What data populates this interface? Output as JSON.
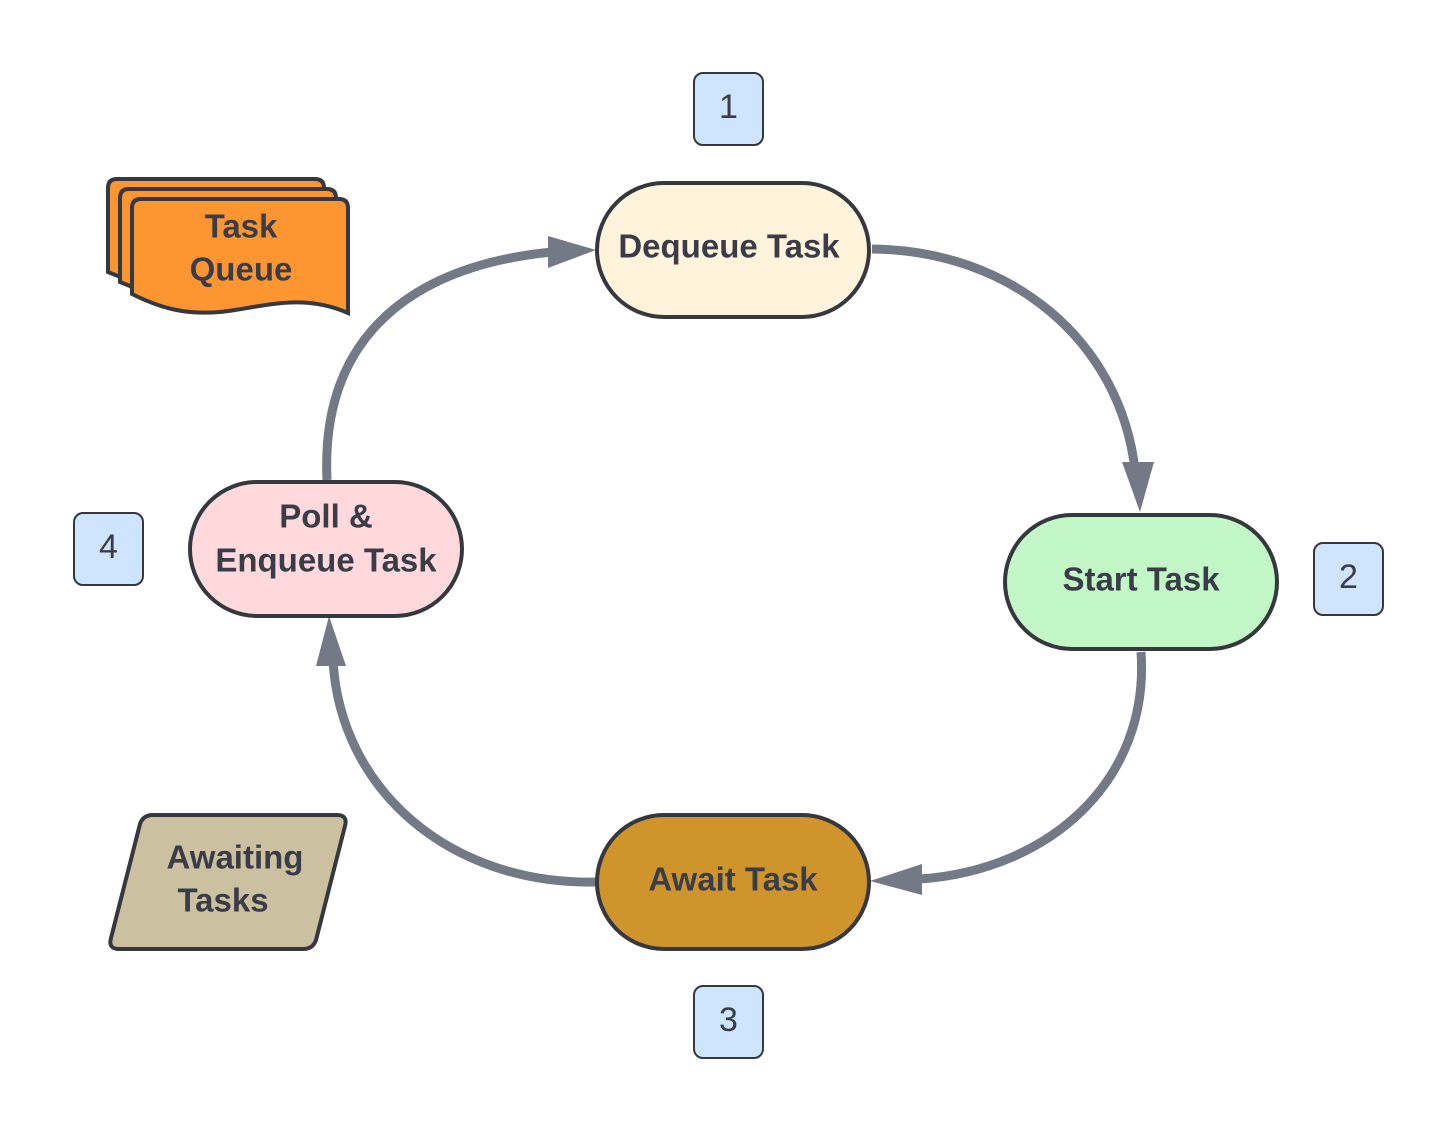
{
  "colors": {
    "outline": "#35383f",
    "arrow": "#737985",
    "dequeue_fill": "#fff3db",
    "start_fill": "#c3f7c8",
    "await_fill": "#cf942b",
    "poll_fill": "#ffd9dc",
    "queue_fill": "#fd9631",
    "awaiting_fill": "#cbc1a0",
    "badge_fill": "#cfe4ff"
  },
  "nodes": {
    "dequeue": {
      "label": "Dequeue Task"
    },
    "start": {
      "label": "Start Task"
    },
    "await": {
      "label": "Await Task"
    },
    "poll": {
      "line1": "Poll &",
      "line2": "Enqueue Task"
    }
  },
  "badges": {
    "one": "1",
    "two": "2",
    "three": "3",
    "four": "4"
  },
  "legend": {
    "task_queue": {
      "line1": "Task",
      "line2": "Queue"
    },
    "awaiting_tasks": {
      "line1": "Awaiting",
      "line2": "Tasks"
    }
  },
  "icons": {
    "task_queue": "stacked-documents-icon",
    "awaiting_tasks": "parallelogram-data-icon"
  }
}
